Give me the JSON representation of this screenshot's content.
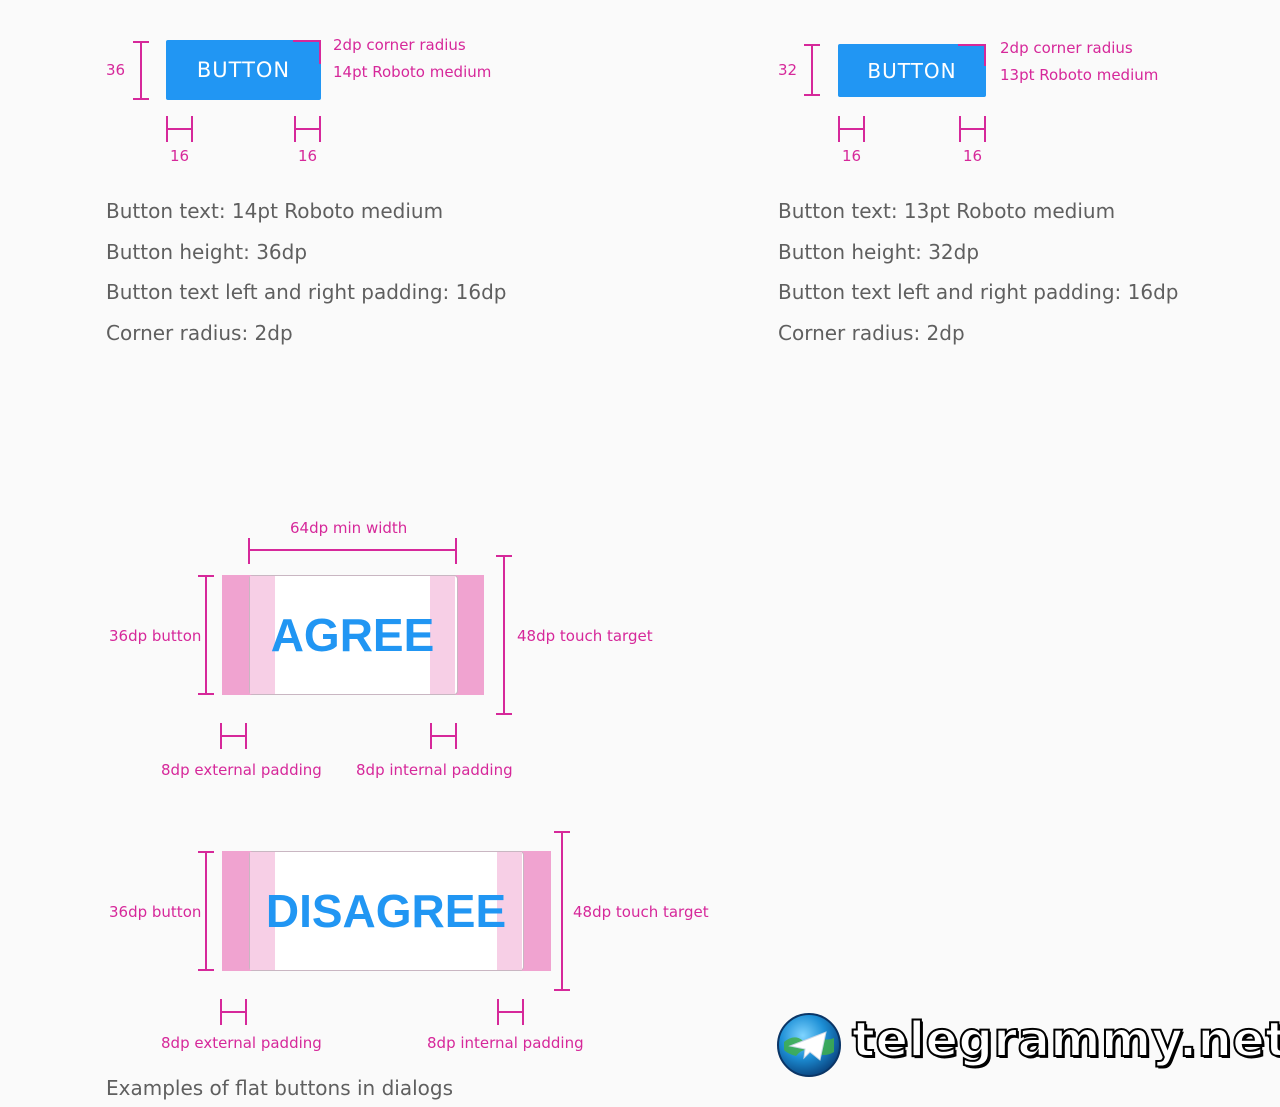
{
  "left_spec": {
    "height_label": "36",
    "button_label": "BUTTON",
    "corner_note": "2dp corner radius",
    "font_note": "14pt Roboto medium",
    "left_pad": "16",
    "right_pad": "16",
    "lines": [
      "Button text: 14pt Roboto medium",
      "Button height: 36dp",
      "Button text left and right padding: 16dp",
      "Corner radius: 2dp"
    ]
  },
  "right_spec": {
    "height_label": "32",
    "button_label": "BUTTON",
    "corner_note": "2dp corner radius",
    "font_note": "13pt Roboto medium",
    "left_pad": "16",
    "right_pad": "16",
    "lines": [
      "Button text: 13pt Roboto medium",
      "Button height: 32dp",
      "Button text left and right padding: 16dp",
      "Corner radius: 2dp"
    ]
  },
  "agree": {
    "min_width": "64dp min width",
    "button_height": "36dp button",
    "label": "AGREE",
    "touch_target": "48dp touch target",
    "external_padding": "8dp external padding",
    "internal_padding": "8dp internal padding"
  },
  "disagree": {
    "button_height": "36dp button",
    "label": "DISAGREE",
    "touch_target": "48dp touch target",
    "external_padding": "8dp external padding",
    "internal_padding": "8dp internal padding"
  },
  "caption": "Examples of flat buttons in dialogs",
  "watermark": "telegrammy.net",
  "colors": {
    "accent": "#2196f3",
    "annotation": "#d6289a",
    "padding_outer": "#f0a3d0",
    "padding_inner": "#f7cfe6"
  }
}
